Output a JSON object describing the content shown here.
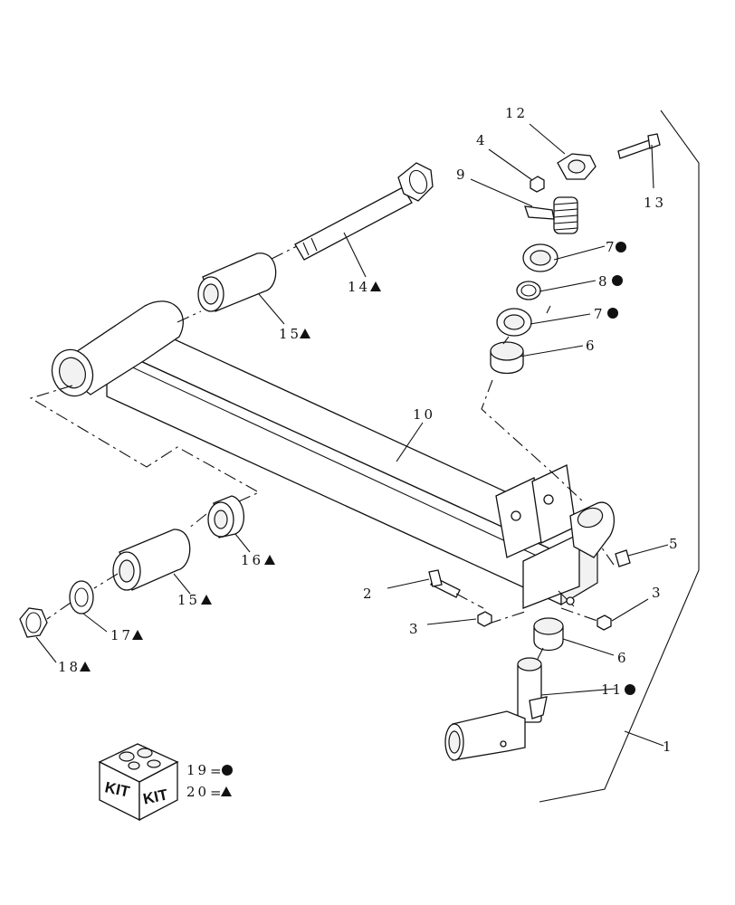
{
  "callouts": [
    {
      "id": "c12",
      "num": "12",
      "marker": ""
    },
    {
      "id": "c4",
      "num": "4",
      "marker": ""
    },
    {
      "id": "c9",
      "num": "9",
      "marker": ""
    },
    {
      "id": "c13",
      "num": "13",
      "marker": ""
    },
    {
      "id": "c7a",
      "num": "7",
      "marker": "circle"
    },
    {
      "id": "c8",
      "num": "8",
      "marker": "circle"
    },
    {
      "id": "c7b",
      "num": "7",
      "marker": "circle"
    },
    {
      "id": "c6a",
      "num": "6",
      "marker": ""
    },
    {
      "id": "c14",
      "num": "14",
      "marker": "triangle"
    },
    {
      "id": "c15a",
      "num": "15",
      "marker": "triangle"
    },
    {
      "id": "c10",
      "num": "10",
      "marker": ""
    },
    {
      "id": "c5",
      "num": "5",
      "marker": ""
    },
    {
      "id": "c16",
      "num": "16",
      "marker": "triangle"
    },
    {
      "id": "c15b",
      "num": "15",
      "marker": "triangle"
    },
    {
      "id": "c2",
      "num": "2",
      "marker": ""
    },
    {
      "id": "c3a",
      "num": "3",
      "marker": ""
    },
    {
      "id": "c3b",
      "num": "3",
      "marker": ""
    },
    {
      "id": "c17",
      "num": "17",
      "marker": "triangle"
    },
    {
      "id": "c18",
      "num": "18",
      "marker": "triangle"
    },
    {
      "id": "c6b",
      "num": "6",
      "marker": ""
    },
    {
      "id": "c11",
      "num": "11",
      "marker": "circle"
    },
    {
      "id": "c1",
      "num": "1",
      "marker": ""
    }
  ],
  "kit": {
    "box_text_left": "KIT",
    "box_text_right": "KIT",
    "legend": [
      {
        "num": "19",
        "eq": "=",
        "marker": "circle"
      },
      {
        "num": "20",
        "eq": "=",
        "marker": "triangle"
      }
    ]
  }
}
